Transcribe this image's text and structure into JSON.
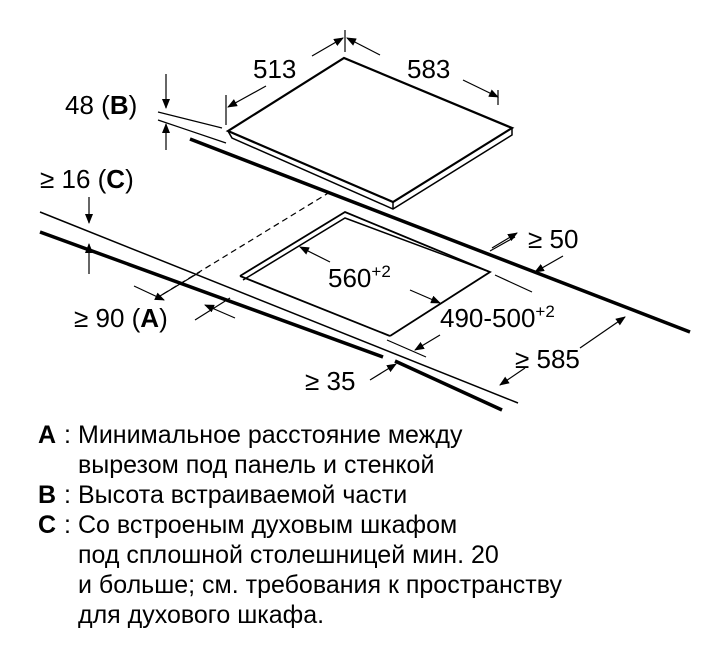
{
  "dimensions": {
    "hob_depth": "513",
    "hob_width": "583",
    "b_height": "48 (",
    "b_letter": "B",
    "b_close": ")",
    "c_gap": "≥ 16 (",
    "c_letter": "C",
    "c_close": ")",
    "cutout_width": "560",
    "cutout_width_tol": "+2",
    "back_clearance": "≥ 50",
    "a_gap": "≥ 90 (",
    "a_letter": "A",
    "a_close": ")",
    "cutout_depth": "490-500",
    "cutout_depth_tol": "+2",
    "worktop_depth": "≥ 585",
    "front_clearance": "≥ 35"
  },
  "legend": [
    {
      "key": "A",
      "lines": [
        "Минимальное расстояние между",
        "вырезом под панель и стенкой"
      ]
    },
    {
      "key": "B",
      "lines": [
        "Высота встраиваемой части"
      ]
    },
    {
      "key": "C",
      "lines": [
        "Со встроеным духовым шкафом",
        "под сплошной столешницей мин. 20",
        "и больше; см. требования к пространству",
        "для духового шкафа."
      ]
    }
  ]
}
